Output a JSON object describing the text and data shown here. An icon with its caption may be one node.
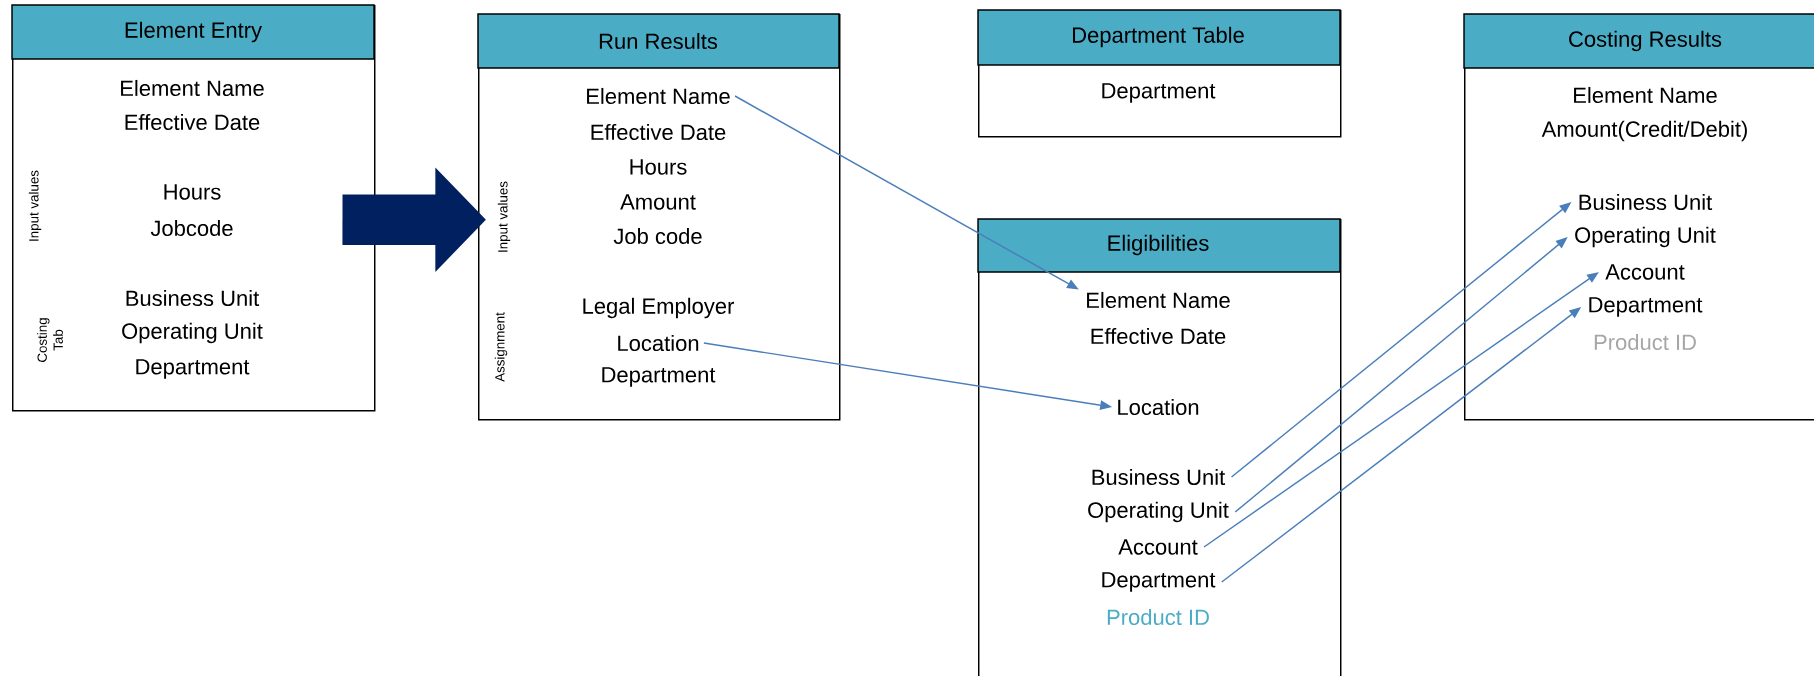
{
  "diagram": {
    "nodes": [
      {
        "text": [
          "Element Entry",
          "Input values",
          "Costing Tab",
          "Element Name",
          "Effective Date",
          "Hours",
          "Jobcode",
          "Business Unit",
          "Operating Unit",
          "Department"
        ]
      },
      {
        "text": [
          "Run Results",
          "Input values",
          "Assignment",
          "Effective Date",
          "Hours",
          "Amount",
          "Job code",
          "Legal Employer",
          "Department"
        ]
      },
      {
        "text": [
          "Element Name"
        ],
        "in": 1
      },
      {
        "text": [
          "Location"
        ],
        "in": 1
      },
      {
        "text": [
          "Department Table",
          "Department"
        ]
      },
      {
        "text": [
          "Eligibilities",
          "Effective Date",
          "Product ID"
        ]
      },
      {
        "text": [
          "Element Name"
        ],
        "in": 5
      },
      {
        "text": [
          "Location"
        ],
        "in": 5
      },
      {
        "text": [
          "Business Unit"
        ],
        "in": 5
      },
      {
        "text": [
          "Operating Unit"
        ],
        "in": 5
      },
      {
        "text": [
          "Account"
        ],
        "in": 5
      },
      {
        "text": [
          "Department"
        ],
        "in": 5
      },
      {
        "text": [
          "Costing Results",
          "Element Name",
          "Amount(Credit/Debit)",
          "Product ID"
        ]
      },
      {
        "text": [
          "Business Unit"
        ],
        "in": 12
      },
      {
        "text": [
          "Operating Unit"
        ],
        "in": 12
      },
      {
        "text": [
          "Account"
        ],
        "in": 12
      },
      {
        "text": [
          "Department"
        ],
        "in": 12
      }
    ],
    "edges": [
      {
        "from": 0,
        "to": 1,
        "arrow": "to",
        "style": "thick",
        "color": "#002060"
      },
      {
        "from": 2,
        "to": 6,
        "arrow": "to"
      },
      {
        "from": 3,
        "to": 7,
        "arrow": "to"
      },
      {
        "from": 8,
        "to": 13,
        "arrow": "to"
      },
      {
        "from": 9,
        "to": 14,
        "arrow": "to"
      },
      {
        "from": 10,
        "to": 15,
        "arrow": "to"
      },
      {
        "from": 11,
        "to": 16,
        "arrow": "to"
      }
    ]
  }
}
